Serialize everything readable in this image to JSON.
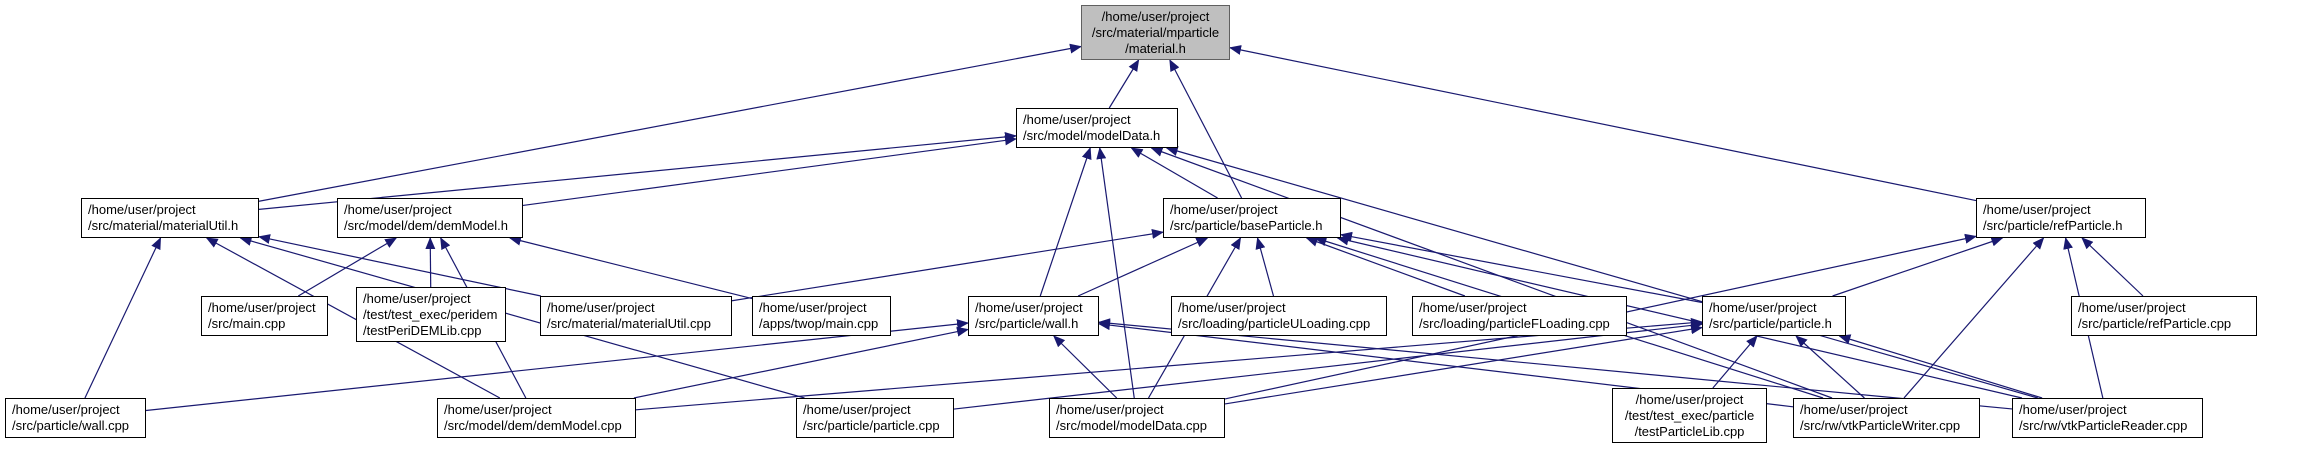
{
  "colors": {
    "edge": "#191970",
    "node_border": "#000000",
    "focus_fill": "#bfbfbf",
    "background": "#ffffff"
  },
  "nodes": {
    "material_h": {
      "lines": [
        "/home/user/project",
        "/src/material/mparticle",
        "/material.h"
      ]
    },
    "modeldata_h": {
      "lines": [
        "/home/user/project",
        "/src/model/modelData.h"
      ]
    },
    "materialutil_h": {
      "lines": [
        "/home/user/project",
        "/src/material/materialUtil.h"
      ]
    },
    "demmodel_h": {
      "lines": [
        "/home/user/project",
        "/src/model/dem/demModel.h"
      ]
    },
    "baseparticle_h": {
      "lines": [
        "/home/user/project",
        "/src/particle/baseParticle.h"
      ]
    },
    "refparticle_h": {
      "lines": [
        "/home/user/project",
        "/src/particle/refParticle.h"
      ]
    },
    "main_cpp": {
      "lines": [
        "/home/user/project",
        "/src/main.cpp"
      ]
    },
    "testperidemlib_cpp": {
      "lines": [
        "/home/user/project",
        "/test/test_exec/peridem",
        "/testPeriDEMLib.cpp"
      ]
    },
    "materialutil_cpp": {
      "lines": [
        "/home/user/project",
        "/src/material/materialUtil.cpp"
      ]
    },
    "twop_main_cpp": {
      "lines": [
        "/home/user/project",
        "/apps/twop/main.cpp"
      ]
    },
    "wall_h": {
      "lines": [
        "/home/user/project",
        "/src/particle/wall.h"
      ]
    },
    "particleuloading_cpp": {
      "lines": [
        "/home/user/project",
        "/src/loading/particleULoading.cpp"
      ]
    },
    "particlefloading_cpp": {
      "lines": [
        "/home/user/project",
        "/src/loading/particleFLoading.cpp"
      ]
    },
    "particle_h": {
      "lines": [
        "/home/user/project",
        "/src/particle/particle.h"
      ]
    },
    "refparticle_cpp": {
      "lines": [
        "/home/user/project",
        "/src/particle/refParticle.cpp"
      ]
    },
    "wall_cpp": {
      "lines": [
        "/home/user/project",
        "/src/particle/wall.cpp"
      ]
    },
    "demmodel_cpp": {
      "lines": [
        "/home/user/project",
        "/src/model/dem/demModel.cpp"
      ]
    },
    "particle_cpp": {
      "lines": [
        "/home/user/project",
        "/src/particle/particle.cpp"
      ]
    },
    "modeldata_cpp": {
      "lines": [
        "/home/user/project",
        "/src/model/modelData.cpp"
      ]
    },
    "testparticlelib_cpp": {
      "lines": [
        "/home/user/project",
        "/test/test_exec/particle",
        "/testParticleLib.cpp"
      ]
    },
    "vtkparticlewriter_cpp": {
      "lines": [
        "/home/user/project",
        "/src/rw/vtkParticleWriter.cpp"
      ]
    },
    "vtkparticlereader_cpp": {
      "lines": [
        "/home/user/project",
        "/src/rw/vtkParticleReader.cpp"
      ]
    }
  },
  "edges": [
    [
      "modeldata_h",
      "material_h"
    ],
    [
      "materialutil_h",
      "material_h"
    ],
    [
      "baseparticle_h",
      "material_h"
    ],
    [
      "refparticle_h",
      "material_h"
    ],
    [
      "materialutil_h",
      "modeldata_h"
    ],
    [
      "demmodel_h",
      "modeldata_h"
    ],
    [
      "baseparticle_h",
      "modeldata_h"
    ],
    [
      "wall_h",
      "modeldata_h"
    ],
    [
      "modeldata_cpp",
      "modeldata_h"
    ],
    [
      "vtkparticlewriter_cpp",
      "modeldata_h"
    ],
    [
      "vtkparticlereader_cpp",
      "modeldata_h"
    ],
    [
      "wall_cpp",
      "materialutil_h"
    ],
    [
      "demmodel_cpp",
      "materialutil_h"
    ],
    [
      "particle_cpp",
      "materialutil_h"
    ],
    [
      "materialutil_cpp",
      "materialutil_h"
    ],
    [
      "main_cpp",
      "demmodel_h"
    ],
    [
      "testperidemlib_cpp",
      "demmodel_h"
    ],
    [
      "twop_main_cpp",
      "demmodel_h"
    ],
    [
      "demmodel_cpp",
      "demmodel_h"
    ],
    [
      "materialutil_cpp",
      "baseparticle_h"
    ],
    [
      "wall_h",
      "baseparticle_h"
    ],
    [
      "particleuloading_cpp",
      "baseparticle_h"
    ],
    [
      "particlefloading_cpp",
      "baseparticle_h"
    ],
    [
      "particle_h",
      "baseparticle_h"
    ],
    [
      "modeldata_cpp",
      "baseparticle_h"
    ],
    [
      "vtkparticlewriter_cpp",
      "baseparticle_h"
    ],
    [
      "vtkparticlereader_cpp",
      "baseparticle_h"
    ],
    [
      "particle_h",
      "refparticle_h"
    ],
    [
      "refparticle_cpp",
      "refparticle_h"
    ],
    [
      "vtkparticlewriter_cpp",
      "refparticle_h"
    ],
    [
      "vtkparticlereader_cpp",
      "refparticle_h"
    ],
    [
      "modeldata_cpp",
      "refparticle_h"
    ],
    [
      "wall_cpp",
      "wall_h"
    ],
    [
      "demmodel_cpp",
      "wall_h"
    ],
    [
      "modeldata_cpp",
      "wall_h"
    ],
    [
      "vtkparticlewriter_cpp",
      "wall_h"
    ],
    [
      "vtkparticlereader_cpp",
      "wall_h"
    ],
    [
      "particle_cpp",
      "particle_h"
    ],
    [
      "modeldata_cpp",
      "particle_h"
    ],
    [
      "demmodel_cpp",
      "particle_h"
    ],
    [
      "testparticlelib_cpp",
      "particle_h"
    ],
    [
      "vtkparticlewriter_cpp",
      "particle_h"
    ],
    [
      "vtkparticlereader_cpp",
      "particle_h"
    ]
  ]
}
